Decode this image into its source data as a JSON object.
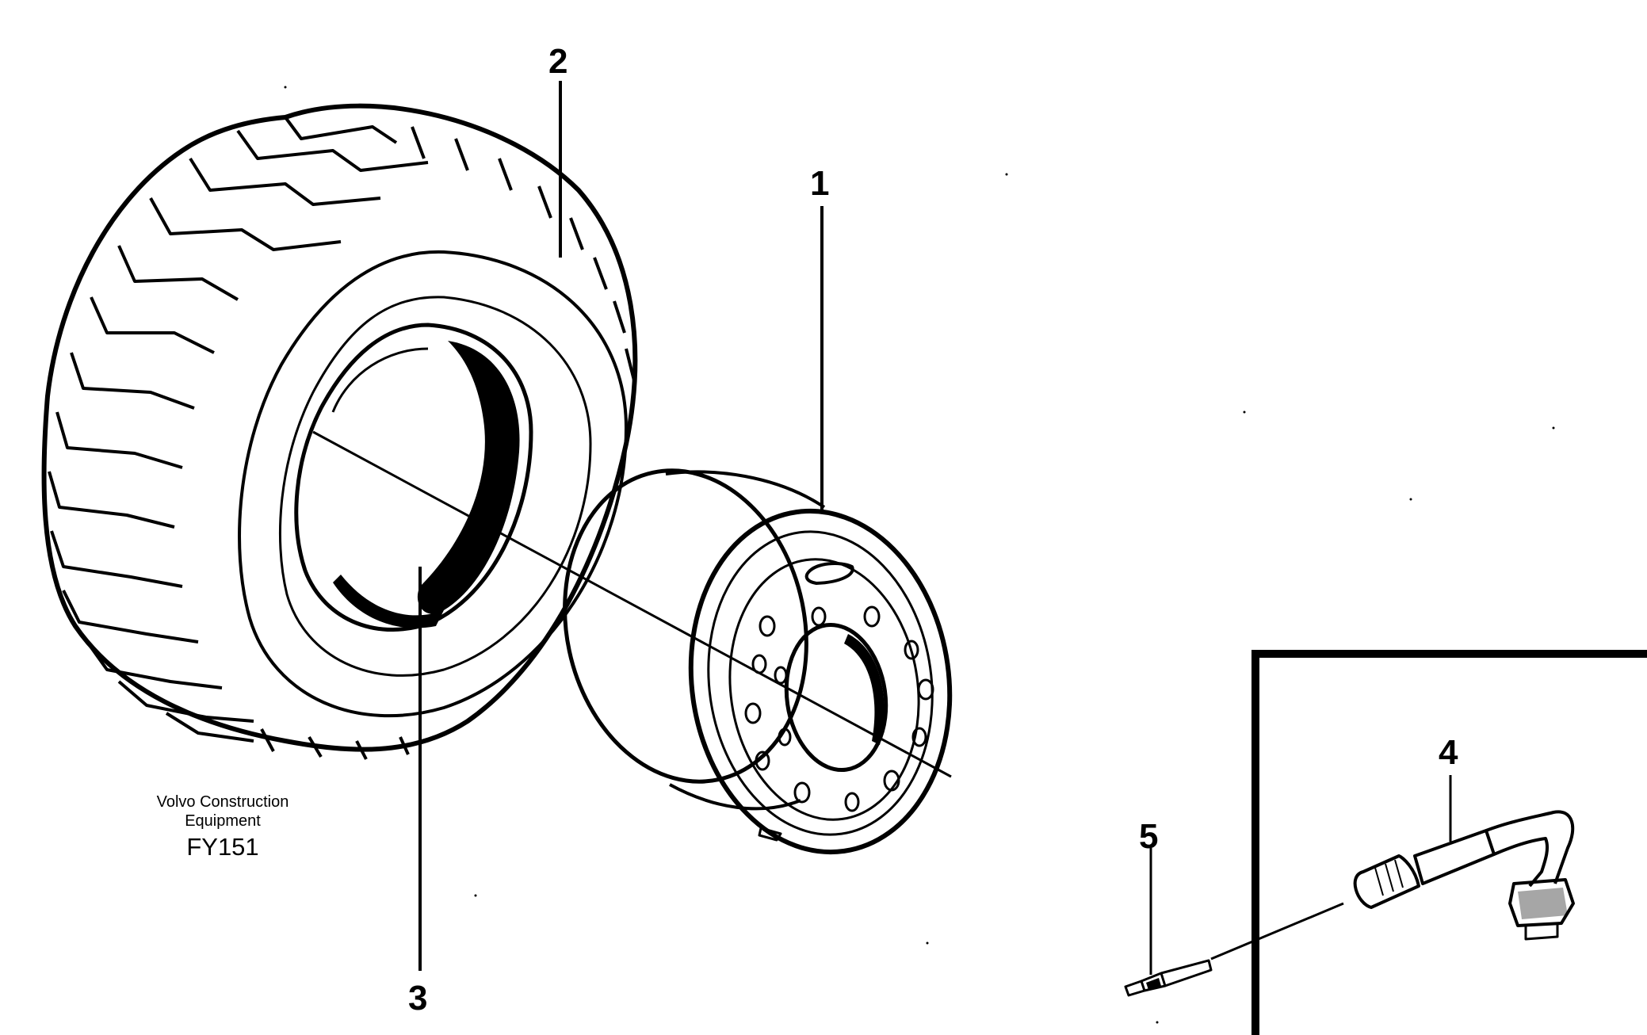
{
  "callouts": {
    "c1": "1",
    "c2": "2",
    "c3": "3",
    "c4": "4",
    "c5": "5"
  },
  "caption": {
    "line1": "Volvo Construction",
    "line2": "Equipment",
    "code": "FY151"
  },
  "icons": {
    "tyre": "tyre-icon",
    "rim": "rim-icon",
    "tube": "inner-tube-icon",
    "valve": "valve-icon",
    "valve_core": "valve-core-icon"
  },
  "colors": {
    "ink": "#000000",
    "paper": "#ffffff"
  }
}
